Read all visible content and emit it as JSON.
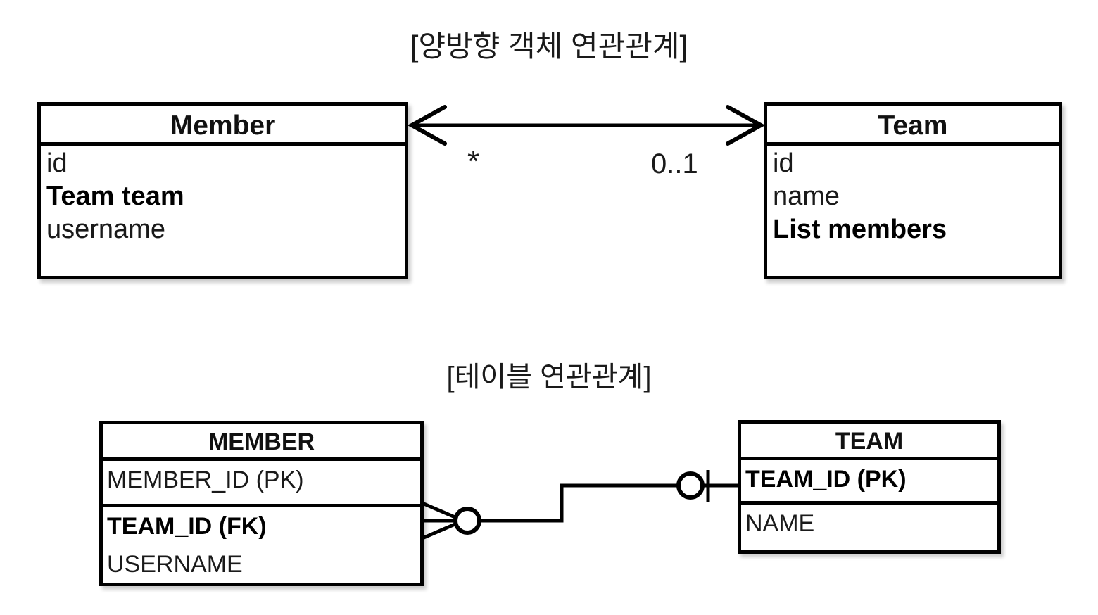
{
  "diagram": {
    "kind": "uml-class-and-erd",
    "background": "#ffffff",
    "line_color": "#000000",
    "sections": {
      "object": {
        "title": "[양방향 객체 연관관계]",
        "left_entity": {
          "name": "Member",
          "attributes": [
            {
              "text": "id",
              "bold": false
            },
            {
              "text": "Team team",
              "bold": true
            },
            {
              "text": "username",
              "bold": false
            }
          ]
        },
        "right_entity": {
          "name": "Team",
          "attributes": [
            {
              "text": "id",
              "bold": false
            },
            {
              "text": "name",
              "bold": false
            },
            {
              "text": "List members",
              "bold": true
            }
          ]
        },
        "association": {
          "type": "bidirectional-arrow",
          "arrow_left": "open-arrowhead",
          "arrow_right": "open-arrowhead",
          "multiplicity_left": "*",
          "multiplicity_right": "0..1"
        }
      },
      "table": {
        "title": "[테이블 연관관계]",
        "left_entity": {
          "name": "MEMBER",
          "compartments": [
            [
              {
                "text": "MEMBER_ID (PK)",
                "bold": false
              }
            ],
            [
              {
                "text": "TEAM_ID (FK)",
                "bold": true
              },
              {
                "text": "USERNAME",
                "bold": false
              }
            ]
          ]
        },
        "right_entity": {
          "name": "TEAM",
          "compartments": [
            [
              {
                "text": "TEAM_ID (PK)",
                "bold": true
              }
            ],
            [
              {
                "text": "NAME",
                "bold": false
              }
            ]
          ]
        },
        "relationship": {
          "type": "crows-foot",
          "left_end": "zero-or-many",
          "right_end": "zero-or-one",
          "routing": "orthogonal-step"
        }
      }
    }
  }
}
